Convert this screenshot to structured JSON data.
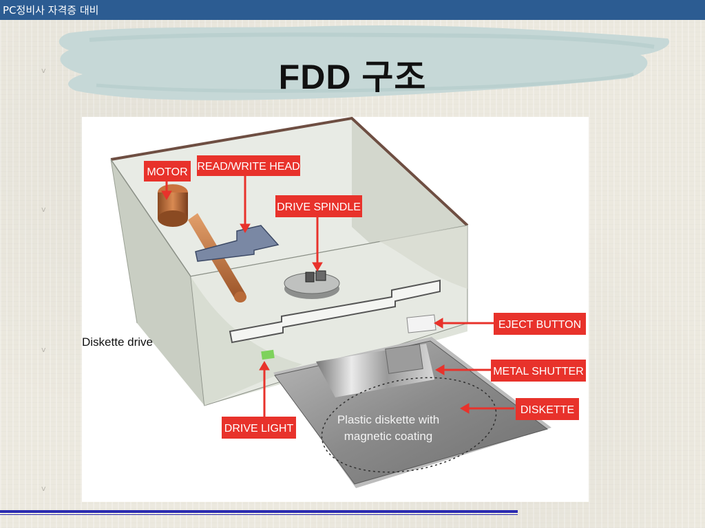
{
  "header": {
    "text": "PC정비사 자격증 대비"
  },
  "slide": {
    "title": "FDD 구조"
  },
  "diagram": {
    "caption": "Diskette drive",
    "labels": {
      "motor": "MOTOR",
      "read_write_head": "READ/WRITE HEAD",
      "drive_spindle": "DRIVE SPINDLE",
      "eject_button": "EJECT BUTTON",
      "metal_shutter": "METAL SHUTTER",
      "diskette": "DISKETTE",
      "drive_light": "DRIVE LIGHT"
    },
    "disk_text": {
      "line1": "Plastic diskette with",
      "line2": "magnetic coating"
    },
    "colors": {
      "label_bg": "#e8322b",
      "arrow": "#e8322b",
      "header_bar": "#2c5c92"
    }
  }
}
